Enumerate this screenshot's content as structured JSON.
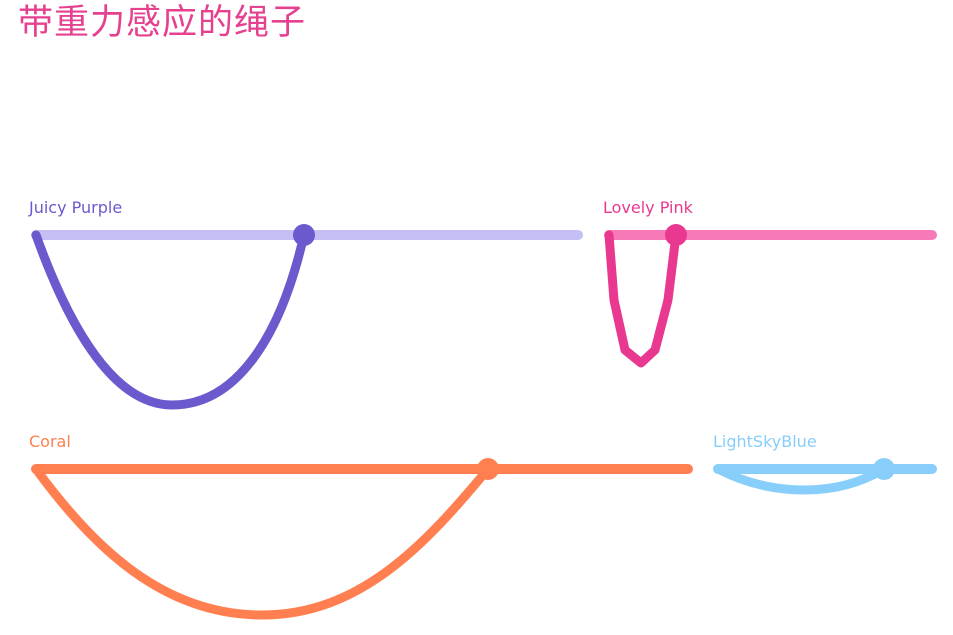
{
  "page": {
    "title": "带重力感应的绳子",
    "title_color": "#e5418f"
  },
  "ropes": [
    {
      "label": "Juicy Purple",
      "rope_color": "#6a5acd",
      "track_color": "#c4bff5",
      "label_color": "#6a5acd"
    },
    {
      "label": "Lovely Pink",
      "rope_color": "#e9388f",
      "track_color": "#f779b8",
      "label_color": "#e9388f"
    },
    {
      "label": "Coral",
      "rope_color": "#ff7f50",
      "track_color": "#ff7f50",
      "label_color": "#ff7f50"
    },
    {
      "label": "LightSkyBlue",
      "rope_color": "#87cefa",
      "track_color": "#87cefa",
      "label_color": "#87cefa"
    }
  ]
}
